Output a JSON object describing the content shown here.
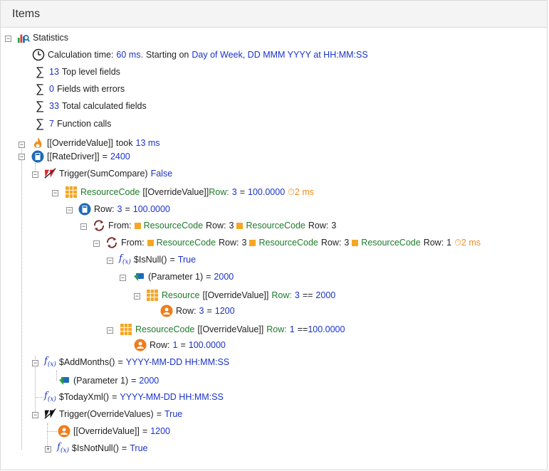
{
  "panel": {
    "title": "Items"
  },
  "stats": {
    "label": "Statistics",
    "calc_prefix": "Calculation time:",
    "calc_value": "60 ms.",
    "calc_mid": "Starting on",
    "calc_date": "Day of Week, DD MMM YYYY at HH:MM:SS",
    "top_count": "13",
    "top_label": "Top level fields",
    "err_count": "0",
    "err_label": "Fields with errors",
    "total_count": "33",
    "total_label": "Total calculated fields",
    "fn_count": "7",
    "fn_label": "Function calls"
  },
  "override": {
    "field": "[[OverrideValue]]",
    "took": "took",
    "ms": "13 ms"
  },
  "rate": {
    "field": "[[RateDriver]]",
    "eq": "=",
    "value": "2400"
  },
  "trigger1": {
    "label": "Trigger(SumCompare)",
    "value": "False"
  },
  "rc1": {
    "name": "ResourceCode",
    "field": "[[OverrideValue]]",
    "row": "Row:",
    "rownum": "3",
    "eq": "=",
    "value": "100.0000",
    "time": "2 ms"
  },
  "row1": {
    "row": "Row:",
    "num": "3",
    "eq": "=",
    "value": "100.0000"
  },
  "from1": {
    "from": "From:",
    "rc": "ResourceCode",
    "row": "Row:",
    "num": "3",
    "rc2": "ResourceCode",
    "row2": "Row:",
    "num2": "3"
  },
  "from2": {
    "from": "From:",
    "rc": "ResourceCode",
    "row": "Row:",
    "num": "3",
    "rc2": "ResourceCode",
    "row2": "Row:",
    "num2": "3",
    "rc3": "ResourceCode",
    "row3": "Row:",
    "num3": "1",
    "time": "2 ms"
  },
  "isnull": {
    "fn": "$IsNull()",
    "eq": "=",
    "value": "True"
  },
  "param1": {
    "label": "(Parameter 1)",
    "eq": "=",
    "value": "2000"
  },
  "resource": {
    "name": "Resource",
    "field": "[[OverrideValue]]",
    "row": "Row:",
    "num": "3",
    "eq": "==",
    "value": "2000"
  },
  "row2": {
    "row": "Row:",
    "num": "3",
    "eq": "=",
    "value": "1200"
  },
  "rc2": {
    "name": "ResourceCode",
    "field": "[[OverrideValue]]",
    "row": "Row:",
    "num": "1",
    "eq": "==",
    "value": "100.0000"
  },
  "row3": {
    "row": "Row:",
    "num": "1",
    "eq": "=",
    "value": "100.0000"
  },
  "addmonths": {
    "fn": "$AddMonths()",
    "eq": "=",
    "value": "YYYY-MM-DD HH:MM:SS"
  },
  "param2": {
    "label": "(Parameter 1)",
    "eq": "=",
    "value": "2000"
  },
  "todayxml": {
    "fn": "$TodayXml()",
    "eq": "=",
    "value": "YYYY-MM-DD HH:MM:SS"
  },
  "trigger2": {
    "label": "Trigger(OverrideValues)",
    "eq": "=",
    "value": "True"
  },
  "override2": {
    "field": "[[OverrideValue]]",
    "eq": "=",
    "value": "1200"
  },
  "isnotnull": {
    "fn": "$IsNotNull()",
    "eq": "=",
    "value": "True"
  },
  "fx": {
    "f": "f",
    "x": "(x)"
  },
  "expander": {
    "minus": "−",
    "plus": "+"
  },
  "colors": {
    "blue": "#1a33c8",
    "green": "#1f7a2c",
    "orange": "#f08c1c",
    "grid_orange": "#f5a623",
    "calc_blue": "#1e6bb8"
  }
}
